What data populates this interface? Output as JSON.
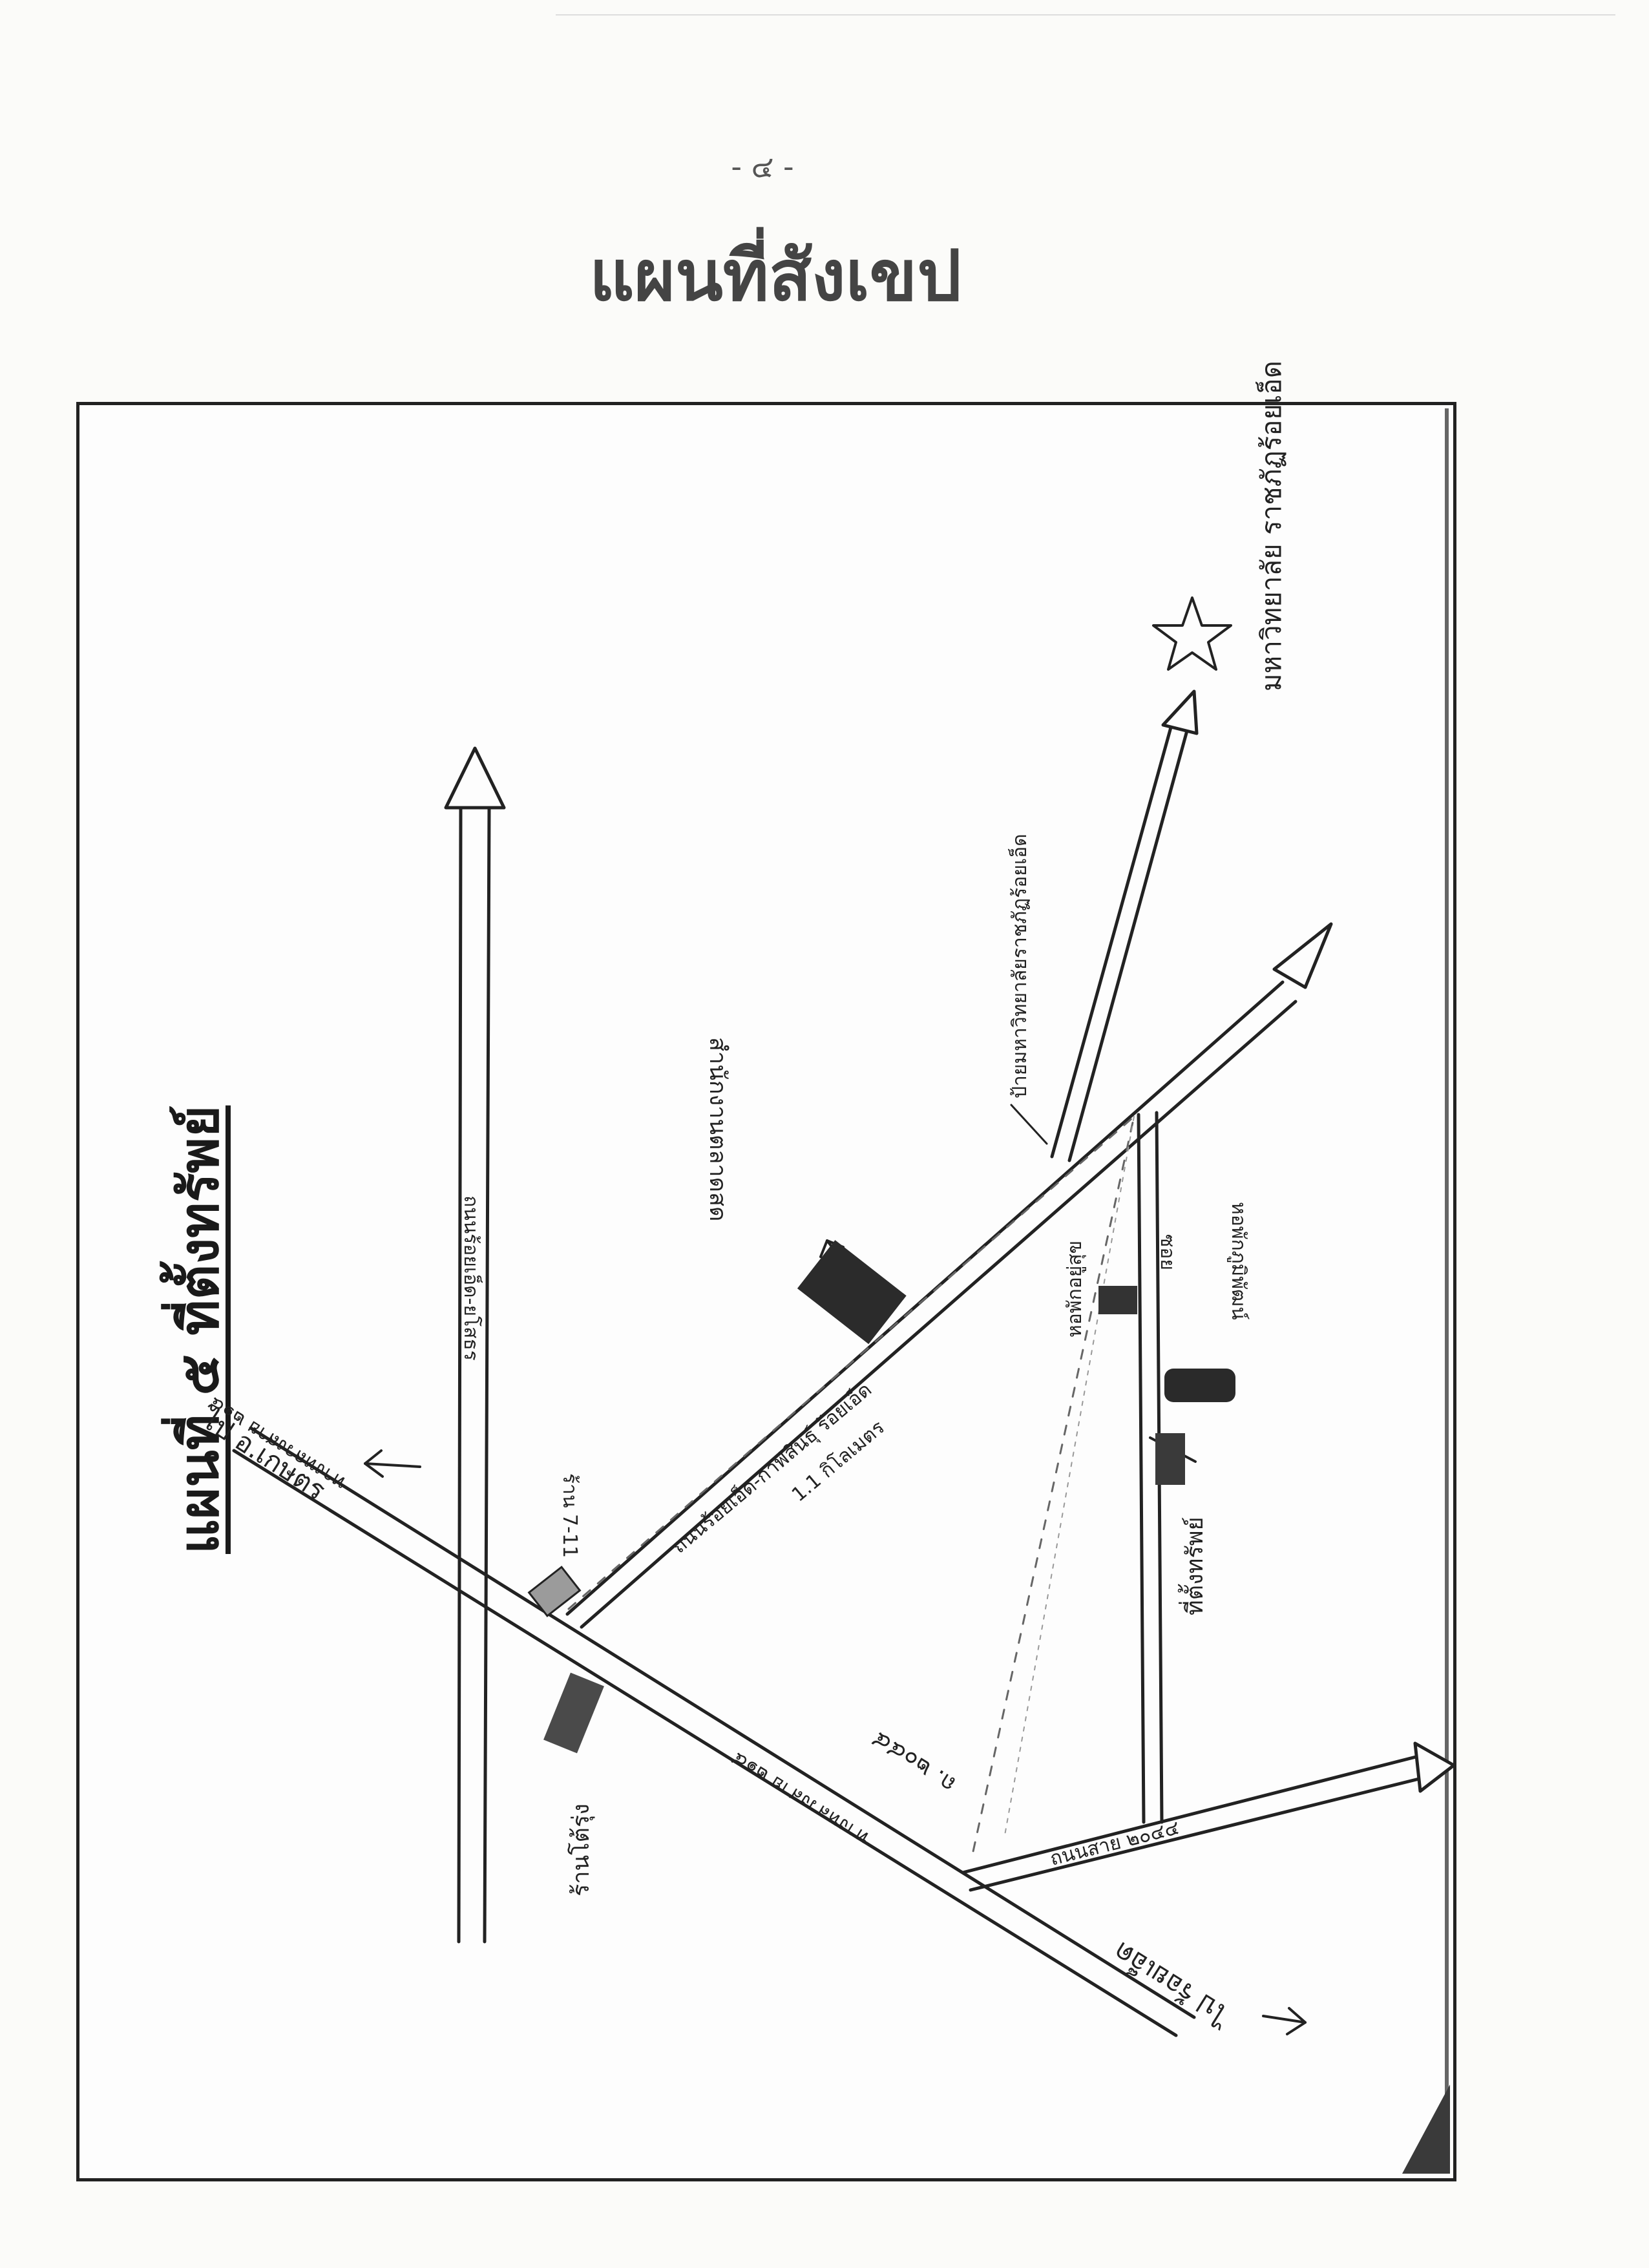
{
  "page": {
    "number": "- ๔ -",
    "title": "แผนที่สังเขป"
  },
  "map": {
    "heading": "แผนที่ ๕ ที่ตั้งทรัพย์",
    "labels": {
      "to_nong_khai": "ไป อ.เกษตร",
      "main_road_upper": "ทางหลวงสาย ๒๑๔",
      "road_2044": "ถ. ๒๐๔๔",
      "main_road_lower": "ทางหลวงสาย ๒๑๔",
      "to_roi_et": "ไป ร้อยเอ็ด",
      "vertical_road": "ถนนร้อยเอ็ด-ยโสธร",
      "seven_eleven": "ร้าน 7-11",
      "stall": "ร้านโต้รุ่ง",
      "diagonal_road": "ถนนร้อยเอ็ด-กาฬสินธุ์ ร้อยเอ็ด",
      "distance": "1.1 กิโลเมตร",
      "office": "สำนักงานตลาดสด",
      "university_label": "ป้ายมหาวิทยาลัยราชภัฏร้อยเอ็ด",
      "university": "มหาวิทยาลัย ราชภัฏร้อยเอ็ด",
      "side_road": "ซอย",
      "dorm_1": "หอพักอยู่สุข",
      "dorm_2": "หอพักภูมิพัฒน์",
      "property": "ที่ตั้งทรัพย์",
      "bottom_road": "ถนนสาย ๒๐๔๔"
    }
  }
}
